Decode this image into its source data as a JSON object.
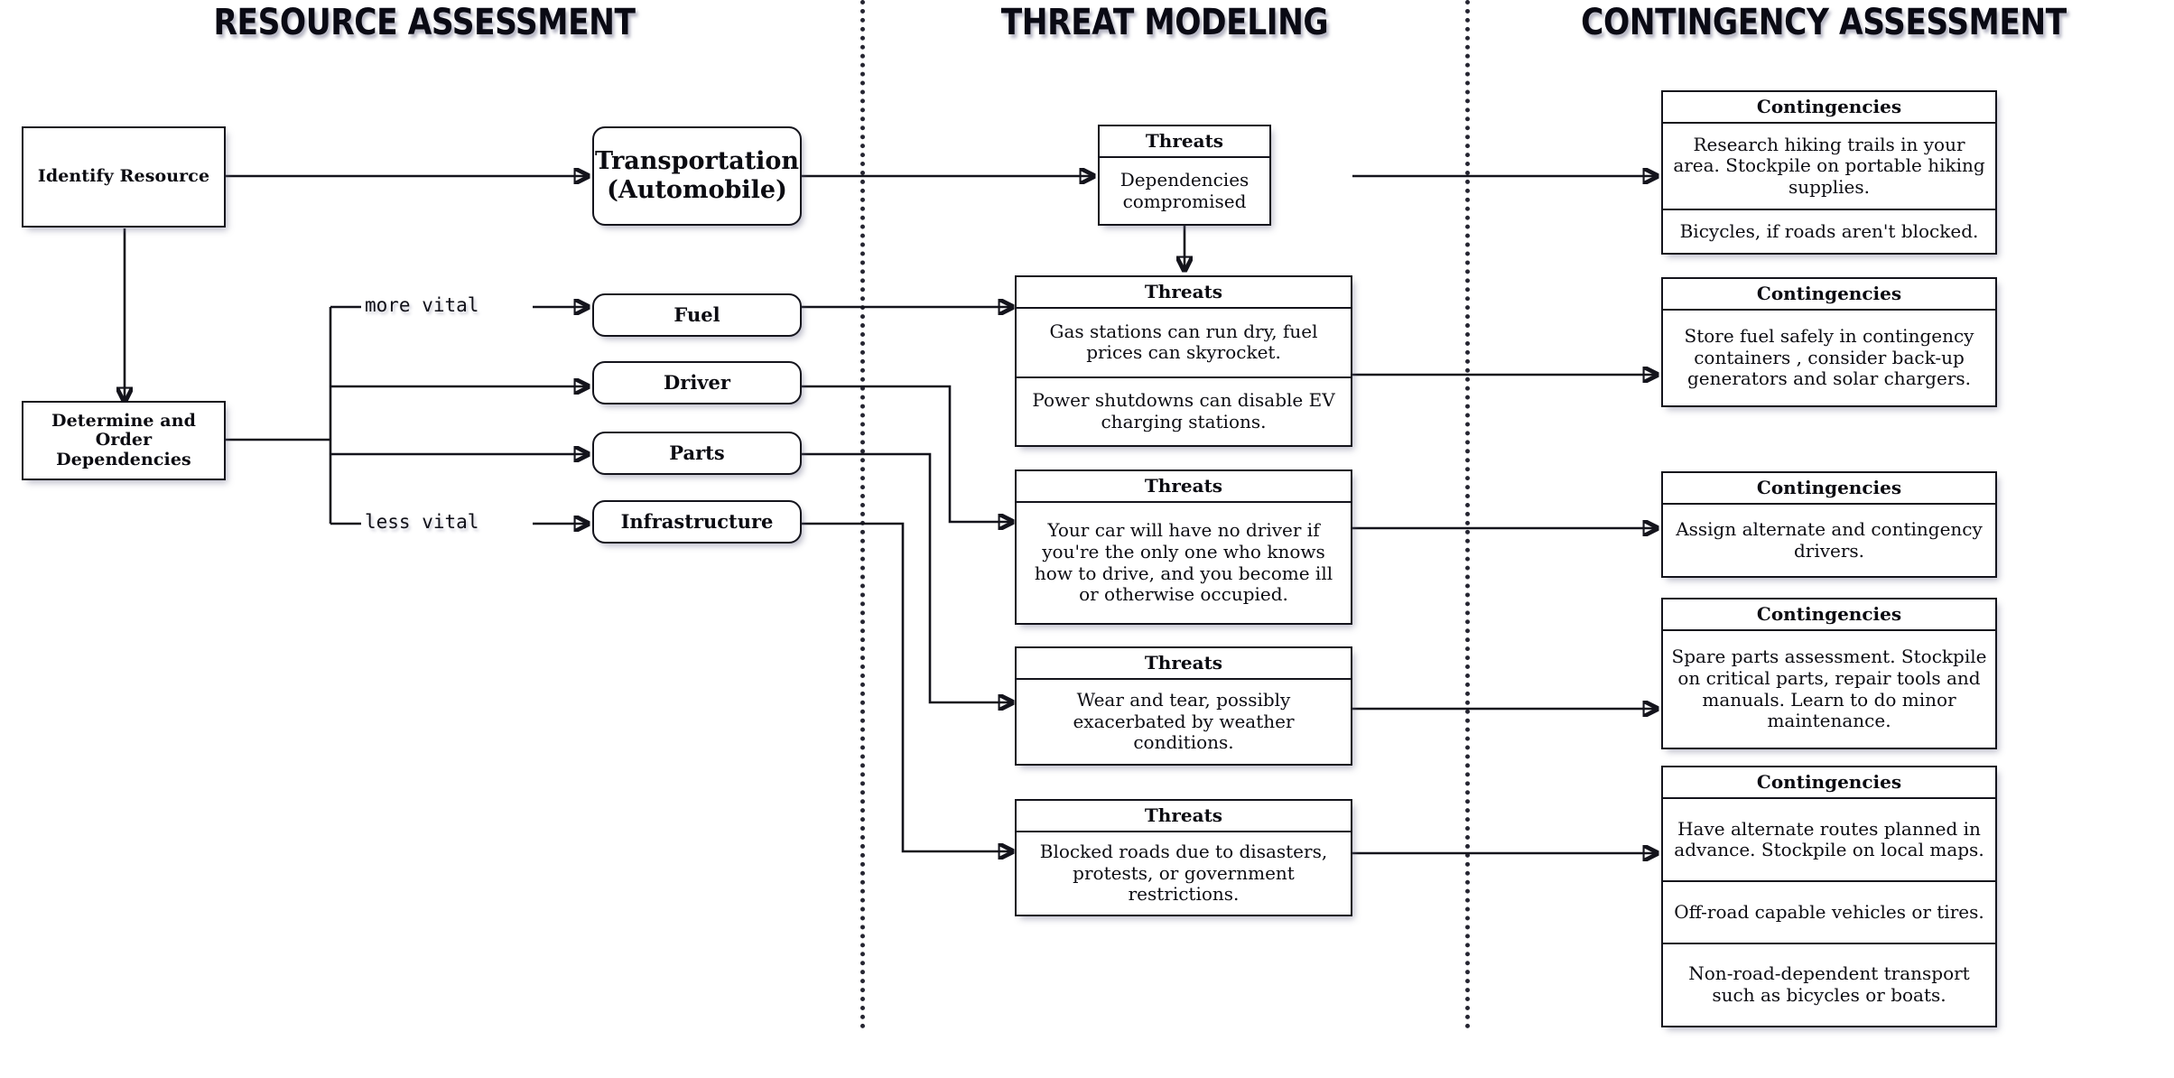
{
  "columns": [
    {
      "title": "RESOURCE ASSESSMENT"
    },
    {
      "title": "THREAT MODELING"
    },
    {
      "title": "CONTINGENCY ASSESSMENT"
    }
  ],
  "resource_assessment": {
    "identify_resource": "Identify Resource",
    "determine_dependencies": "Determine and\nOrder Dependencies",
    "transportation": "Transportation\n(Automobile)",
    "dependencies": [
      {
        "label": "Fuel"
      },
      {
        "label": "Driver"
      },
      {
        "label": "Parts"
      },
      {
        "label": "Infrastructure"
      }
    ],
    "edge_labels": {
      "more_vital": "more vital",
      "less_vital": "less vital"
    }
  },
  "threat_modeling": {
    "header_label": "Threats",
    "boxes": [
      {
        "id": "threat-dependencies",
        "rows": [
          "Dependencies compromised"
        ]
      },
      {
        "id": "threat-fuel",
        "rows": [
          "Gas stations can run dry, fuel prices can skyrocket.",
          "Power shutdowns can disable EV charging stations."
        ]
      },
      {
        "id": "threat-driver",
        "rows": [
          "Your car will have no driver if you're the only one who knows how to drive, and you become ill or otherwise occupied."
        ]
      },
      {
        "id": "threat-parts",
        "rows": [
          "Wear and tear, possibly exacerbated by weather conditions."
        ]
      },
      {
        "id": "threat-infrastructure",
        "rows": [
          "Blocked roads due to disasters, protests, or government restrictions."
        ]
      }
    ]
  },
  "contingency_assessment": {
    "header_label": "Contingencies",
    "boxes": [
      {
        "id": "contingency-transport",
        "rows": [
          "Research hiking trails in your area. Stockpile on portable hiking supplies.",
          "Bicycles, if roads aren't blocked."
        ]
      },
      {
        "id": "contingency-fuel",
        "rows": [
          "Store fuel safely in contingency containers , consider back-up generators and solar chargers."
        ]
      },
      {
        "id": "contingency-driver",
        "rows": [
          "Assign alternate and contingency drivers."
        ]
      },
      {
        "id": "contingency-parts",
        "rows": [
          "Spare parts assessment. Stockpile on critical parts, repair tools and manuals. Learn to do minor maintenance."
        ]
      },
      {
        "id": "contingency-infrastructure",
        "rows": [
          "Have alternate routes planned in advance. Stockpile on local maps.",
          "Off-road capable vehicles or tires.",
          "Non-road-dependent transport such as bicycles or boats."
        ]
      }
    ]
  },
  "colors": {
    "stroke": "#14141c",
    "background": "#ffffff",
    "text": "#0c0c12"
  }
}
